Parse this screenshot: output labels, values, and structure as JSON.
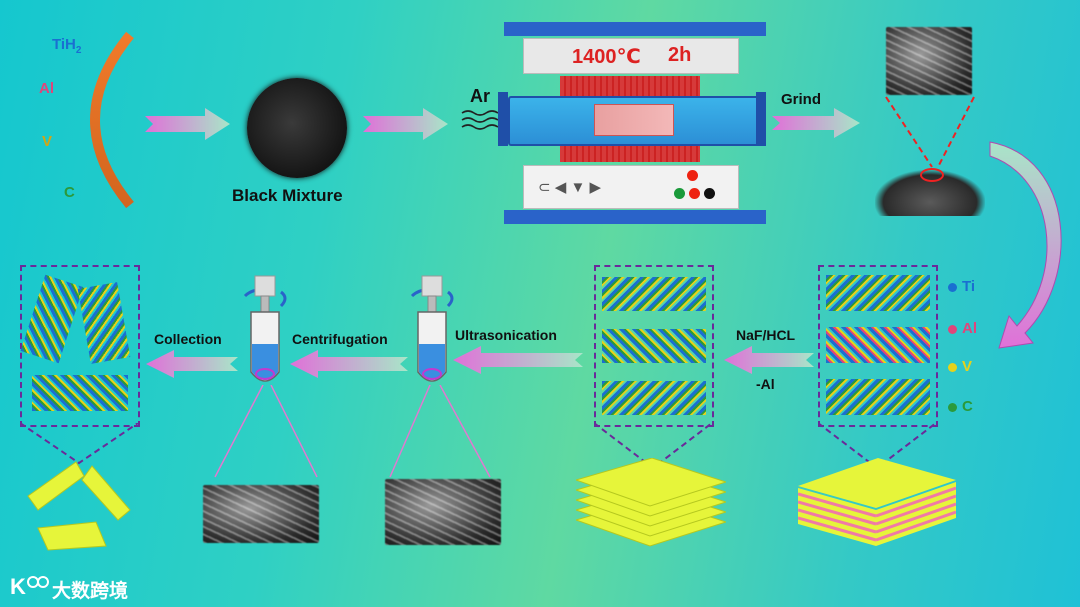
{
  "elements_input": [
    {
      "label": "TiH",
      "sub": "2",
      "color": "#1a6fd1"
    },
    {
      "label": "Al",
      "sub": "",
      "color": "#e0457b"
    },
    {
      "label": "V",
      "sub": "",
      "color": "#d4a514"
    },
    {
      "label": "C",
      "sub": "",
      "color": "#2b9a3b"
    }
  ],
  "mixture_label": "Black Mixture",
  "furnace": {
    "temp": "1400℃",
    "time": "2h",
    "gas": "Ar"
  },
  "steps": {
    "grind": "Grind",
    "etch_line1": "NaF/HCL",
    "etch_line2": "-Al",
    "ultrasonication": "Ultrasonication",
    "centrifugation": "Centrifugation",
    "collection": "Collection"
  },
  "legend": [
    {
      "label": "Ti",
      "color": "#1a6fd1"
    },
    {
      "label": "Al",
      "color": "#e0457b"
    },
    {
      "label": "V",
      "color": "#e6d21a"
    },
    {
      "label": "C",
      "color": "#2b9a3b"
    }
  ],
  "watermark": "大数跨境",
  "colors": {
    "arrow_pink": "#e070d8",
    "arrow_mint": "#a8e6c8",
    "dash": "#6a2a9a",
    "sheet_yellow": "#e6f53a",
    "sheet_pink": "#f07aa6"
  }
}
